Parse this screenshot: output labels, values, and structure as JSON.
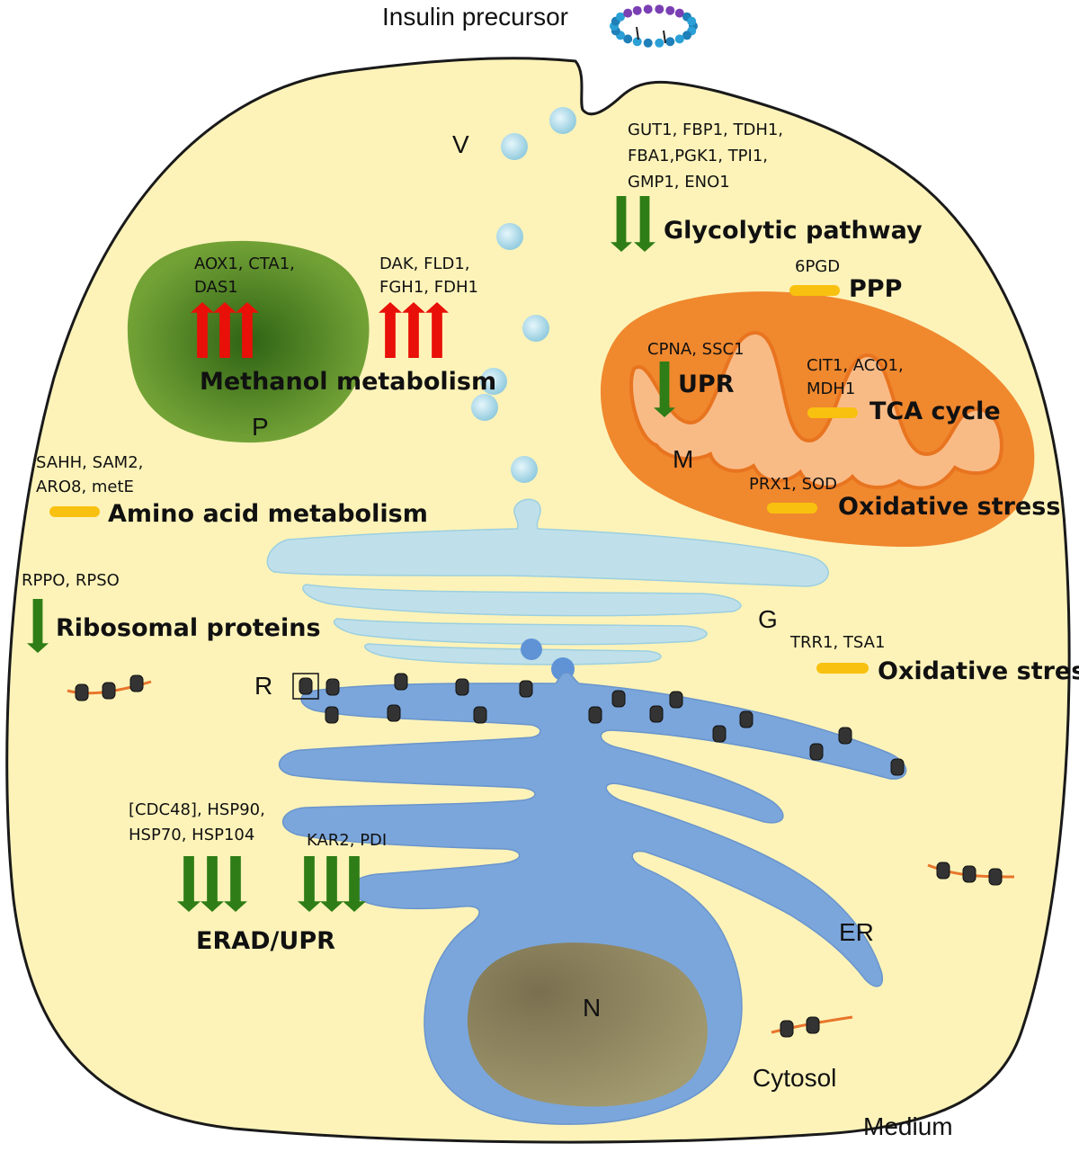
{
  "labels": {
    "insulin_precursor": "Insulin precursor",
    "medium": "Medium",
    "cytosol": "Cytosol",
    "vesicle": "V",
    "peroxisome": "P",
    "mitochondrion": "M",
    "golgi": "G",
    "ribosome": "R",
    "er": "ER",
    "nucleus": "N"
  },
  "groups": {
    "glycolysis": {
      "genes": [
        "GUT1, FBP1, TDH1,",
        "FBA1,PGK1, TPI1,",
        "GMP1, ENO1"
      ],
      "pathway": "Glycolytic pathway",
      "regulation": "down"
    },
    "ppp": {
      "genes": [
        "6PGD"
      ],
      "pathway": "PPP",
      "regulation": "unchanged"
    },
    "methanol_peroxisome": {
      "genes": [
        "AOX1, CTA1,",
        "DAS1"
      ],
      "regulation": "up"
    },
    "methanol_cytosol": {
      "genes": [
        "DAK, FLD1,",
        "FGH1, FDH1"
      ],
      "regulation": "up"
    },
    "methanol_pathway": "Methanol metabolism",
    "upr_mito": {
      "genes": [
        "CPNA, SSC1"
      ],
      "pathway": "UPR",
      "regulation": "down"
    },
    "tca": {
      "genes": [
        "CIT1, ACO1,",
        "MDH1"
      ],
      "pathway": "TCA cycle",
      "regulation": "unchanged"
    },
    "oxidative_mito": {
      "genes": [
        "PRX1, SOD"
      ],
      "pathway": "Oxidative stress",
      "regulation": "unchanged"
    },
    "amino_acid": {
      "genes": [
        "SAHH, SAM2,",
        "ARO8, metE"
      ],
      "pathway": "Amino acid metabolism",
      "regulation": "unchanged"
    },
    "ribosomal": {
      "genes": [
        "RPPO, RPSO"
      ],
      "pathway": "Ribosomal proteins",
      "regulation": "down"
    },
    "oxidative_cyto": {
      "genes": [
        "TRR1, TSA1"
      ],
      "pathway": "Oxidative stress",
      "regulation": "unchanged"
    },
    "erad_chaperones": {
      "genes": [
        "[CDC48], HSP90,",
        "HSP70, HSP104"
      ],
      "regulation": "down"
    },
    "er_chaperones": {
      "genes": [
        "KAR2, PDI"
      ],
      "regulation": "down"
    },
    "erad_pathway": "ERAD/UPR"
  },
  "colors": {
    "cell": "#fdf3b9",
    "peroxisome": "#6a9a2c",
    "mitochondrion": "#f0882e",
    "golgi": "#bfe0ea",
    "er": "#7ba6dc",
    "nucleus": "#8e8462",
    "up_arrow": "#e81008",
    "down_arrow": "#2e7d16",
    "unchanged_bar": "#f9c10f"
  }
}
